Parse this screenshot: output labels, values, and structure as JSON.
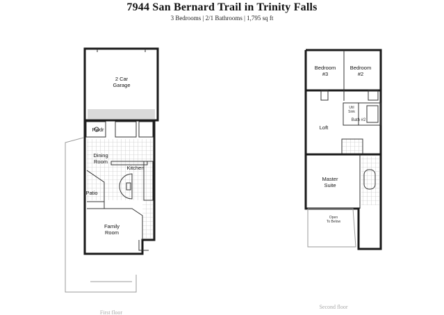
{
  "header": {
    "title": "7944 San Bernard Trail in Trinity Falls",
    "subtitle": "3 Bedrooms | 2/1 Bathrooms | 1,795 sq ft"
  },
  "first_floor": {
    "caption": "First floor",
    "rooms": {
      "garage_line1": "2 Car",
      "garage_line2": "Garage",
      "powder": "Pwdr",
      "dining_line1": "Dining",
      "dining_line2": "Room",
      "kitchen": "Kitchen",
      "patio": "Patio",
      "family_line1": "Family",
      "family_line2": "Room"
    }
  },
  "second_floor": {
    "caption": "Second floor",
    "rooms": {
      "bed3_line1": "Bedroom",
      "bed3_line2": "#3",
      "bed2_line1": "Bedroom",
      "bed2_line2": "#2",
      "util_line1": "Util",
      "util_line2": "Sink",
      "loft": "Loft",
      "bath2": "Bath #2",
      "master_line1": "Master",
      "master_line2": "Suite",
      "open_line1": "Open",
      "open_line2": "To Below"
    }
  }
}
